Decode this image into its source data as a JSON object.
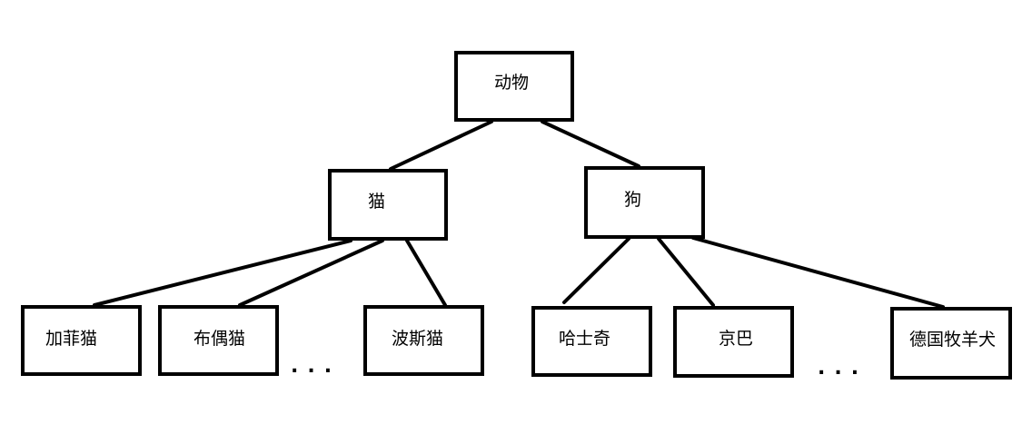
{
  "nodes": {
    "root": "动物",
    "cat": "猫",
    "dog": "狗",
    "garfield": "加菲猫",
    "ragdoll": "布偶猫",
    "persian": "波斯猫",
    "husky": "哈士奇",
    "pekingese": "京巴",
    "german_shepherd": "德国牧羊犬"
  },
  "ellipses": {
    "cats": "...",
    "dogs": "..."
  },
  "colors": {
    "stroke": "#000000",
    "background": "#ffffff"
  }
}
